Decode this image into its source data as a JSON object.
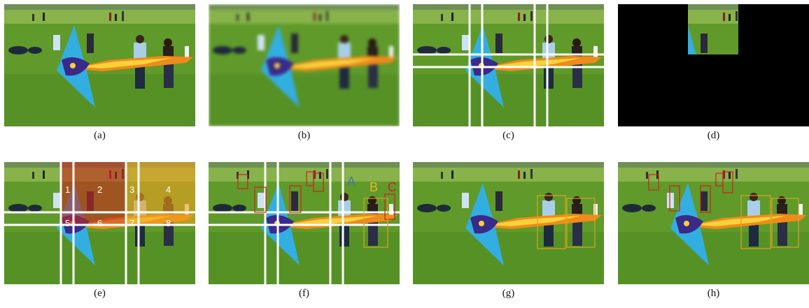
{
  "captions": [
    "(a)",
    "(b)",
    "(c)",
    "(d)",
    "(e)",
    "(f)",
    "(g)",
    "(h)"
  ],
  "region_numbers": [
    "1",
    "2",
    "3",
    "4",
    "5",
    "6",
    "7",
    "8"
  ],
  "group_letters": [
    "A",
    "B",
    "C"
  ],
  "colors": {
    "grass": "#5f9a2a",
    "grass_dark": "#4a7f1f",
    "field_far": "#87b34a",
    "trees": "#6f8f55",
    "kite_blue": "#33aee0",
    "kite_purple": "#3a2a8a",
    "flame_orange": "#f08a1a",
    "flame_yellow": "#f7d23a",
    "grid_line": "#ffffff",
    "overlay_red": "#c8281e",
    "overlay_orange": "#f0a020",
    "box_red": "#d02020",
    "box_orange": "#e0a020",
    "letter_A": "#4a78a8",
    "letter_B": "#e8b820",
    "letter_C": "#d02020",
    "black": "#000000"
  }
}
